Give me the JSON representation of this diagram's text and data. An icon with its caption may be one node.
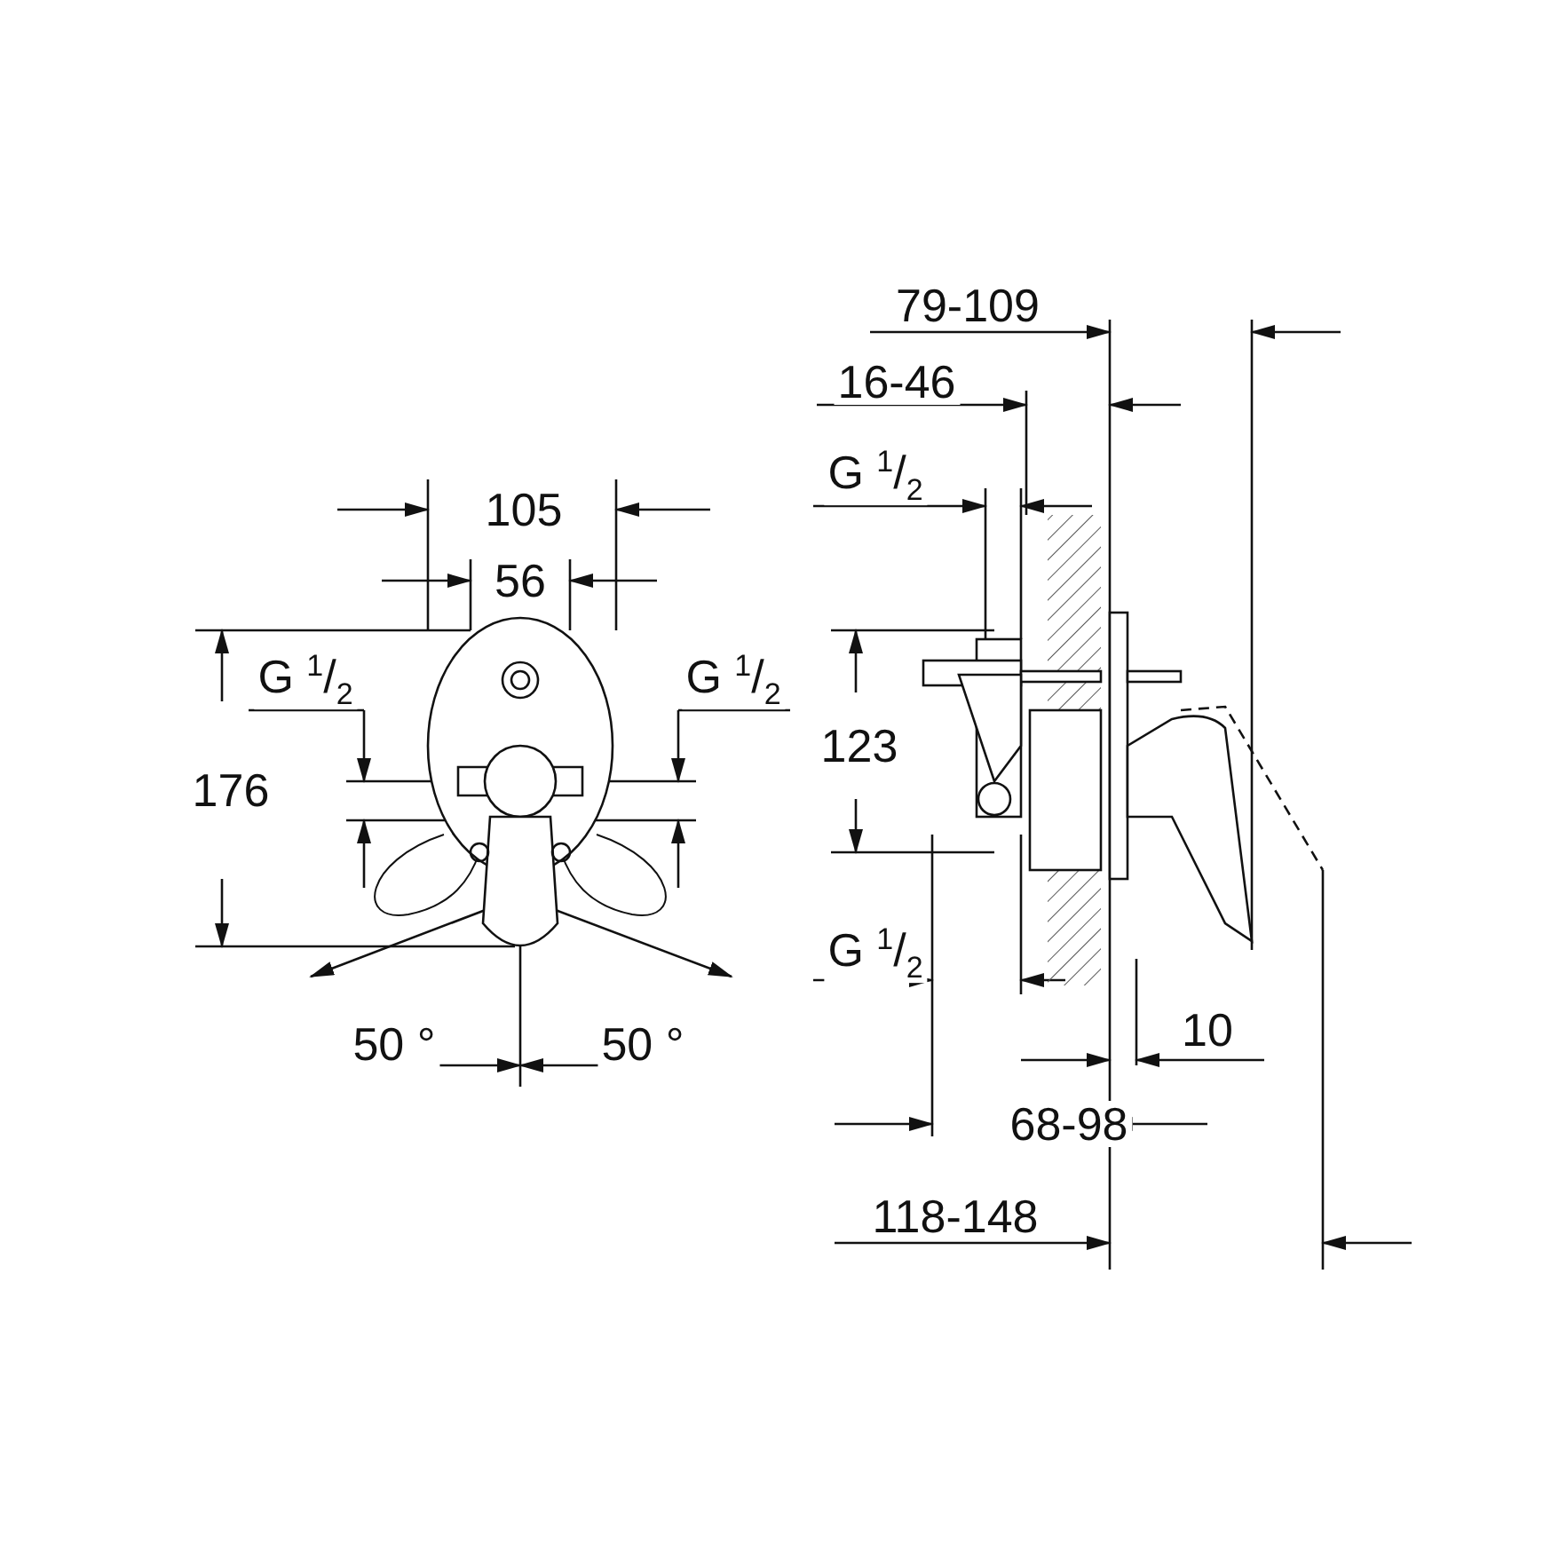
{
  "diagram": {
    "labels": [
      "79-109",
      "16-46",
      "G $^{1}$/$_{2}$",
      "105",
      "56",
      "G $^{1}$/$_{2}$",
      "G $^{1}$/$_{2}$",
      "123",
      "176",
      "G $^{1}$/$_{2}$",
      "10",
      "50 °",
      "50 °",
      "68-98",
      "118-148"
    ]
  }
}
